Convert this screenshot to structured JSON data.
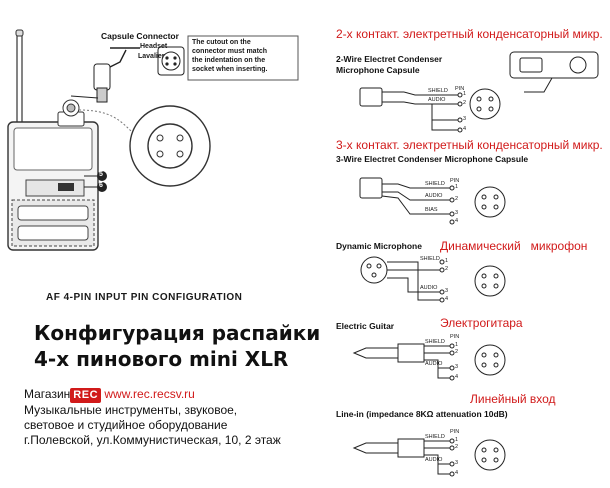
{
  "left": {
    "capsule_connector_label": "Capsule Connector",
    "headset_label": "Headset",
    "lavalier_label": "Lavalier",
    "callout_note": [
      "The cutout on the",
      "connector must match",
      "the indentation on the",
      "socket when inserting."
    ],
    "marker_5": "5",
    "marker_6": "6",
    "af_config_title": "AF 4-PIN INPUT PIN CONFIGURATION"
  },
  "title": {
    "line1": "Конфигурация распайки",
    "line2": "4-х пинового mini XLR"
  },
  "shop": {
    "prefix": "Магазин",
    "badge": "REC",
    "url": "www.rec.recsv.ru",
    "line1": "Музыкальные инструменты, звуковое,",
    "line2": "световое и студийное оборудование",
    "line3": "г.Полевской, ул.Коммунистическая, 10, 2 этаж"
  },
  "sections": {
    "two_wire": {
      "ru": "2-х контакт. электретный конденсаторный микр.",
      "en1": "2-Wire Electret Condenser",
      "en2": "Microphone Capsule",
      "shield": "SHIELD",
      "audio": "AUDIO",
      "pin": "PIN"
    },
    "three_wire": {
      "ru": "3-х контакт. электретный конденсаторный микр.",
      "en": "3-Wire Electret Condenser Microphone Capsule",
      "shield": "SHIELD",
      "audio": "AUDIO",
      "bias": "BIAS",
      "pin": "PIN"
    },
    "dynamic": {
      "en": "Dynamic Microphone",
      "ru": "Динамический   микрофон",
      "shield": "SHIELD",
      "audio": "AUDIO"
    },
    "guitar": {
      "en": "Electric Guitar",
      "ru": "Электрогитара",
      "shield": "SHIELD",
      "audio": "AUDIO",
      "pin": "PIN"
    },
    "linein": {
      "ru": "Линейный вход",
      "en": "Line-in (impedance 8KΩ attenuation 10dB)",
      "shield": "SHIELD",
      "audio": "AUDIO",
      "pin": "PIN"
    }
  },
  "pin_numbers": [
    "1",
    "2",
    "3",
    "4"
  ],
  "colors": {
    "red": "#d11a1a",
    "line": "#222222"
  }
}
